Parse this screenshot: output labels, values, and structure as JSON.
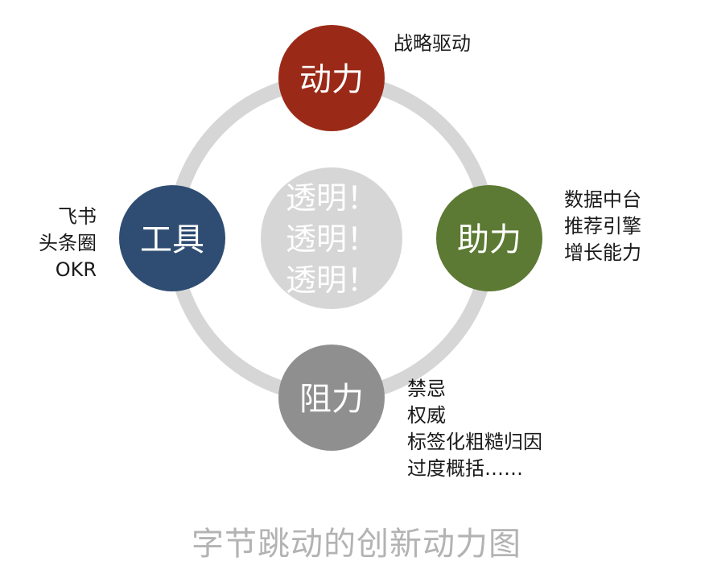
{
  "colors": {
    "ring": "#d6d6d6",
    "center_fill": "#d6d6d6",
    "center_text": "#ffffff",
    "node_text": "#ffffff",
    "motivation": "#9a2a17",
    "assist": "#5c7a33",
    "resistance": "#8f8f8f",
    "tools": "#2f4d72",
    "caption": "#b3b3b3"
  },
  "center": {
    "lines": [
      "透明！",
      "透明！",
      "透明！"
    ]
  },
  "nodes": {
    "top": {
      "label": "动力",
      "color_key": "motivation"
    },
    "right": {
      "label": "助力",
      "color_key": "assist"
    },
    "bottom": {
      "label": "阻力",
      "color_key": "resistance"
    },
    "left": {
      "label": "工具",
      "color_key": "tools"
    }
  },
  "annotations": {
    "top": [
      "战略驱动"
    ],
    "right": [
      "数据中台",
      "推荐引擎",
      "增长能力"
    ],
    "left": [
      "飞书",
      "头条圈",
      "OKR"
    ],
    "bottom": [
      "禁忌",
      "权威",
      "标签化粗糙归因",
      "过度概括……"
    ]
  },
  "caption": "字节跳动的创新动力图"
}
